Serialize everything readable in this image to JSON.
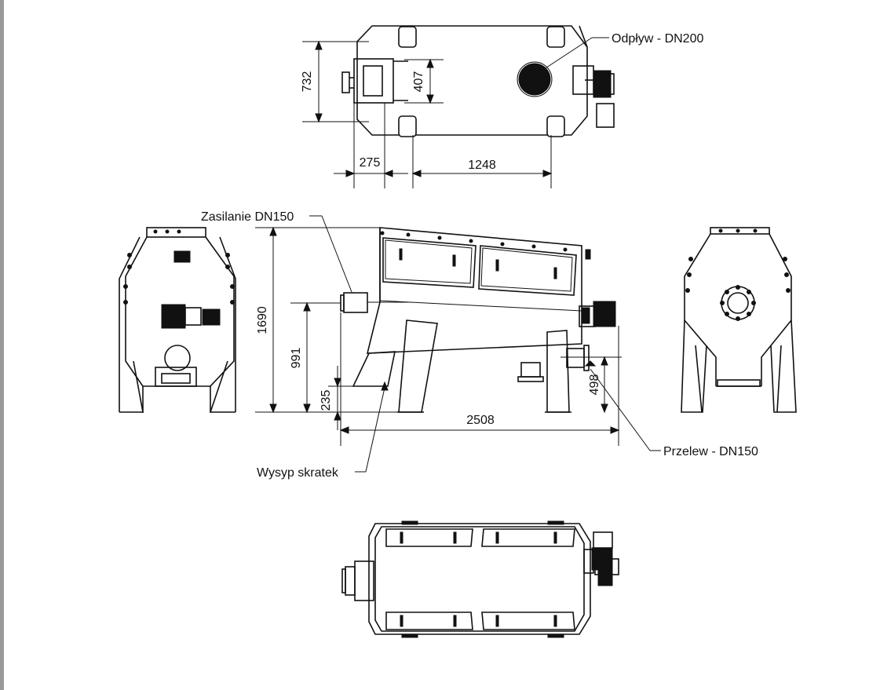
{
  "callouts": {
    "outlet": "Odpływ - DN200",
    "inlet": "Zasilanie DN150",
    "overflow": "Przelew - DN150",
    "screenings": "Wysyp skratek"
  },
  "dimensions": {
    "top_width": "732",
    "top_inner": "407",
    "top_offset": "275",
    "top_span": "1248",
    "height_total": "1690",
    "height_inlet": "991",
    "height_discharge": "235",
    "length_total": "2508",
    "height_overflow": "498"
  }
}
